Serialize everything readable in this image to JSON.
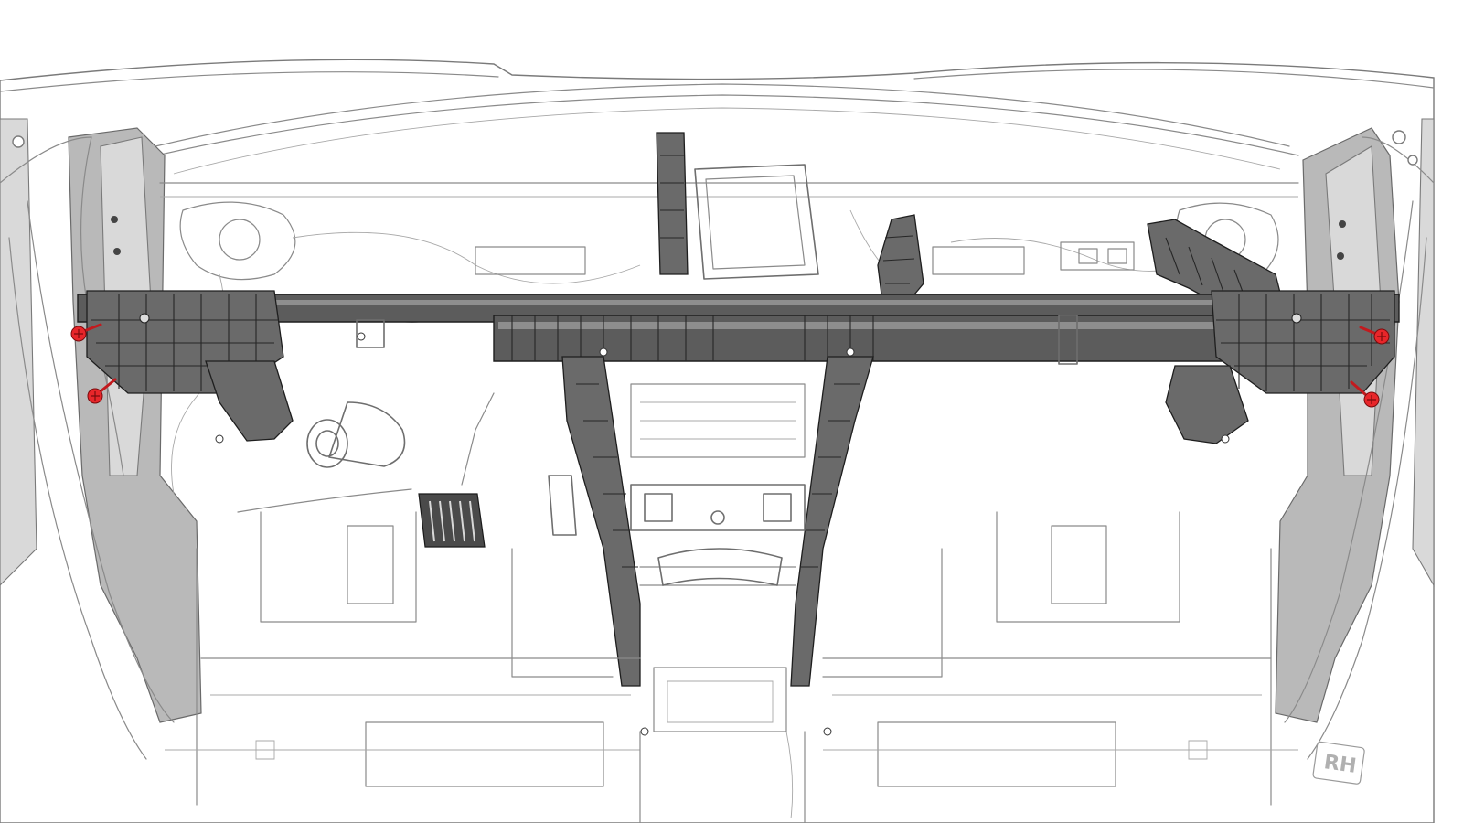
{
  "figure": {
    "kind": "cross-car-beam-removal-illustration",
    "stamped_marking": "RH",
    "highlight_color": "#e8262a",
    "part_color": "#5c5c5c",
    "body_line_color": "#8a8a8a",
    "pillar_color": "#b9b9b9",
    "fasteners_highlighted": 4
  }
}
